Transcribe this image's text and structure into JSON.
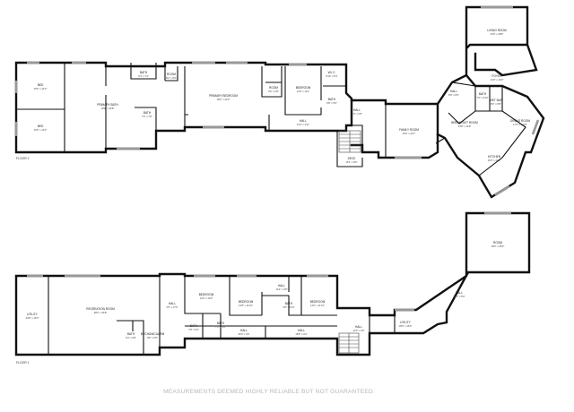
{
  "floor2": {
    "title": "FLOOR 2",
    "rooms": {
      "bath_nw": {
        "name": "BATH",
        "dim": "6'4\" x 7'2\""
      },
      "room_nw": {
        "name": "ROOM",
        "dim": "8'2\" x 8'0\""
      },
      "bed_a": {
        "name": "BED",
        "dim": "15'6\" x 14'0\""
      },
      "bed_b": {
        "name": "BED",
        "dim": "15'6\" x 14'0\""
      },
      "primary_bath": {
        "name": "PRIMARY BATH",
        "dim": "18'8\" x 20'8\""
      },
      "bath_sm": {
        "name": "BATH",
        "dim": "7'6\" x 7'8\""
      },
      "primary_bedroom": {
        "name": "PRIMARY BEDROOM",
        "dim": "18'0\" x 22'9\""
      },
      "room_c": {
        "name": "ROOM",
        "dim": "6'0\" x 6'8\""
      },
      "bedroom": {
        "name": "BEDROOM",
        "dim": "12'0\" x 11'3\""
      },
      "wic": {
        "name": "W.I.C.",
        "dim": "5'10\" x 5'4\""
      },
      "bath_c": {
        "name": "BATH",
        "dim": "6'8\" x 5'6\""
      },
      "hall_a": {
        "name": "HALL",
        "dim": "14'4\" x 3'11\""
      },
      "hall_b": {
        "name": "HALL",
        "dim": "5'0\" x 5'8\""
      },
      "family_room": {
        "name": "FAMILY ROOM",
        "dim": "19'0\" x 20'7\""
      },
      "deck": {
        "name": "DECK",
        "dim": "15'4\" x 8'0\""
      },
      "hall_c": {
        "name": "HALL",
        "dim": "8'9\" x 8'0\""
      },
      "bath_d": {
        "name": "BATH",
        "dim": "7'9\" x 5'10\""
      },
      "wet_bar": {
        "name": "WET BAR",
        "dim": "8'0\" x 5'8\""
      },
      "breakfast_room": {
        "name": "BREAKFAST ROOM",
        "dim": "13'8\" x 14'8\""
      },
      "living_room": {
        "name": "LIVING ROOM",
        "dim": "23'6\" x 28'8\""
      },
      "foyer": {
        "name": "FOYER",
        "dim": "14'0\" x 10'0\""
      },
      "dining_room": {
        "name": "DINING ROOM",
        "dim": "17'0\" x 14'10\""
      },
      "kitchen": {
        "name": "KITCHEN",
        "dim": "16'0\" x 14'0\""
      }
    }
  },
  "floor1": {
    "title": "FLOOR 1",
    "rooms": {
      "utility": {
        "name": "UTILITY",
        "dim": "23'8\" x 16'0\""
      },
      "recreation_room": {
        "name": "RECREATION ROOM",
        "dim": "38'0\" x 26'8\""
      },
      "bath": {
        "name": "BATH",
        "dim": "9'4\" x 6'8\""
      },
      "mechanical": {
        "name": "MECHANICAL RM",
        "dim": "8'8\" x 6'8\""
      },
      "hall_a": {
        "name": "HALL",
        "dim": "3'5\" x 17'6\""
      },
      "bedroom_a": {
        "name": "BEDROOM",
        "dim": "14'0\" x 19'0\""
      },
      "bath_b": {
        "name": "BATH",
        "dim": "7'8\" x 5'4\""
      },
      "bath_c": {
        "name": "BATH",
        "dim": "7'2\" x 5'0\""
      },
      "bedroom_b": {
        "name": "BEDROOM",
        "dim": "13'8\" x 11'10\""
      },
      "hall_b": {
        "name": "HALL",
        "dim": "11'2\" x 3'8\""
      },
      "bath_d": {
        "name": "BATH",
        "dim": "5'8\" x 5'10\""
      },
      "bedroom_c": {
        "name": "BEDROOM",
        "dim": "14'0\" x 11'10\""
      },
      "hall_c": {
        "name": "HALL",
        "dim": "33'0\" x 4'0\""
      },
      "hall_d": {
        "name": "HALL",
        "dim": "18'8\" x 3'4\""
      },
      "hall_e": {
        "name": "HALL",
        "dim": "12'0\" x 3'0\""
      },
      "utility_e": {
        "name": "UTILITY",
        "dim": "18'0\" x 16'0\""
      },
      "hall_f": {
        "name": "HALL",
        "dim": "34'4\" x 5'0\""
      },
      "room": {
        "name": "ROOM",
        "dim": "28'0\" x 28'0\""
      }
    }
  },
  "disclaimer": "MEASUREMENTS DEEMED HIGHLY RELIABLE BUT NOT GUARANTEED."
}
